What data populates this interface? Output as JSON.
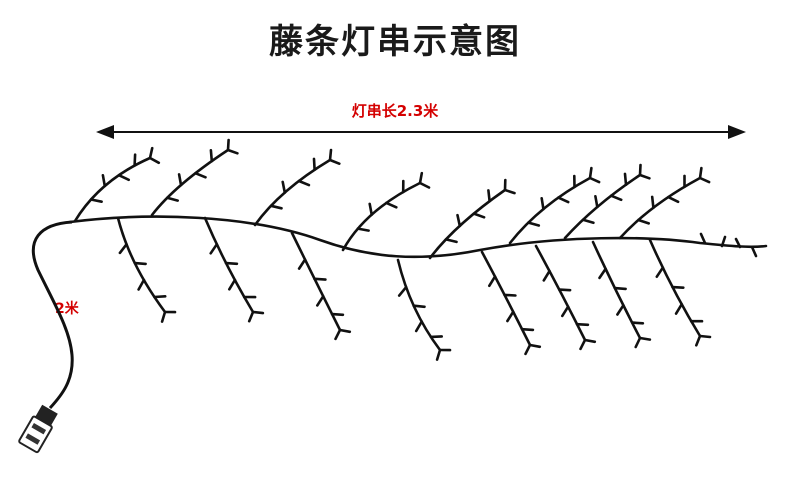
{
  "title": "藤条灯串示意图",
  "length_label": "灯串长2.3米",
  "cable_label": "2米",
  "colors": {
    "line": "#111111",
    "label": "#d40000",
    "title": "#1a1a1a"
  }
}
